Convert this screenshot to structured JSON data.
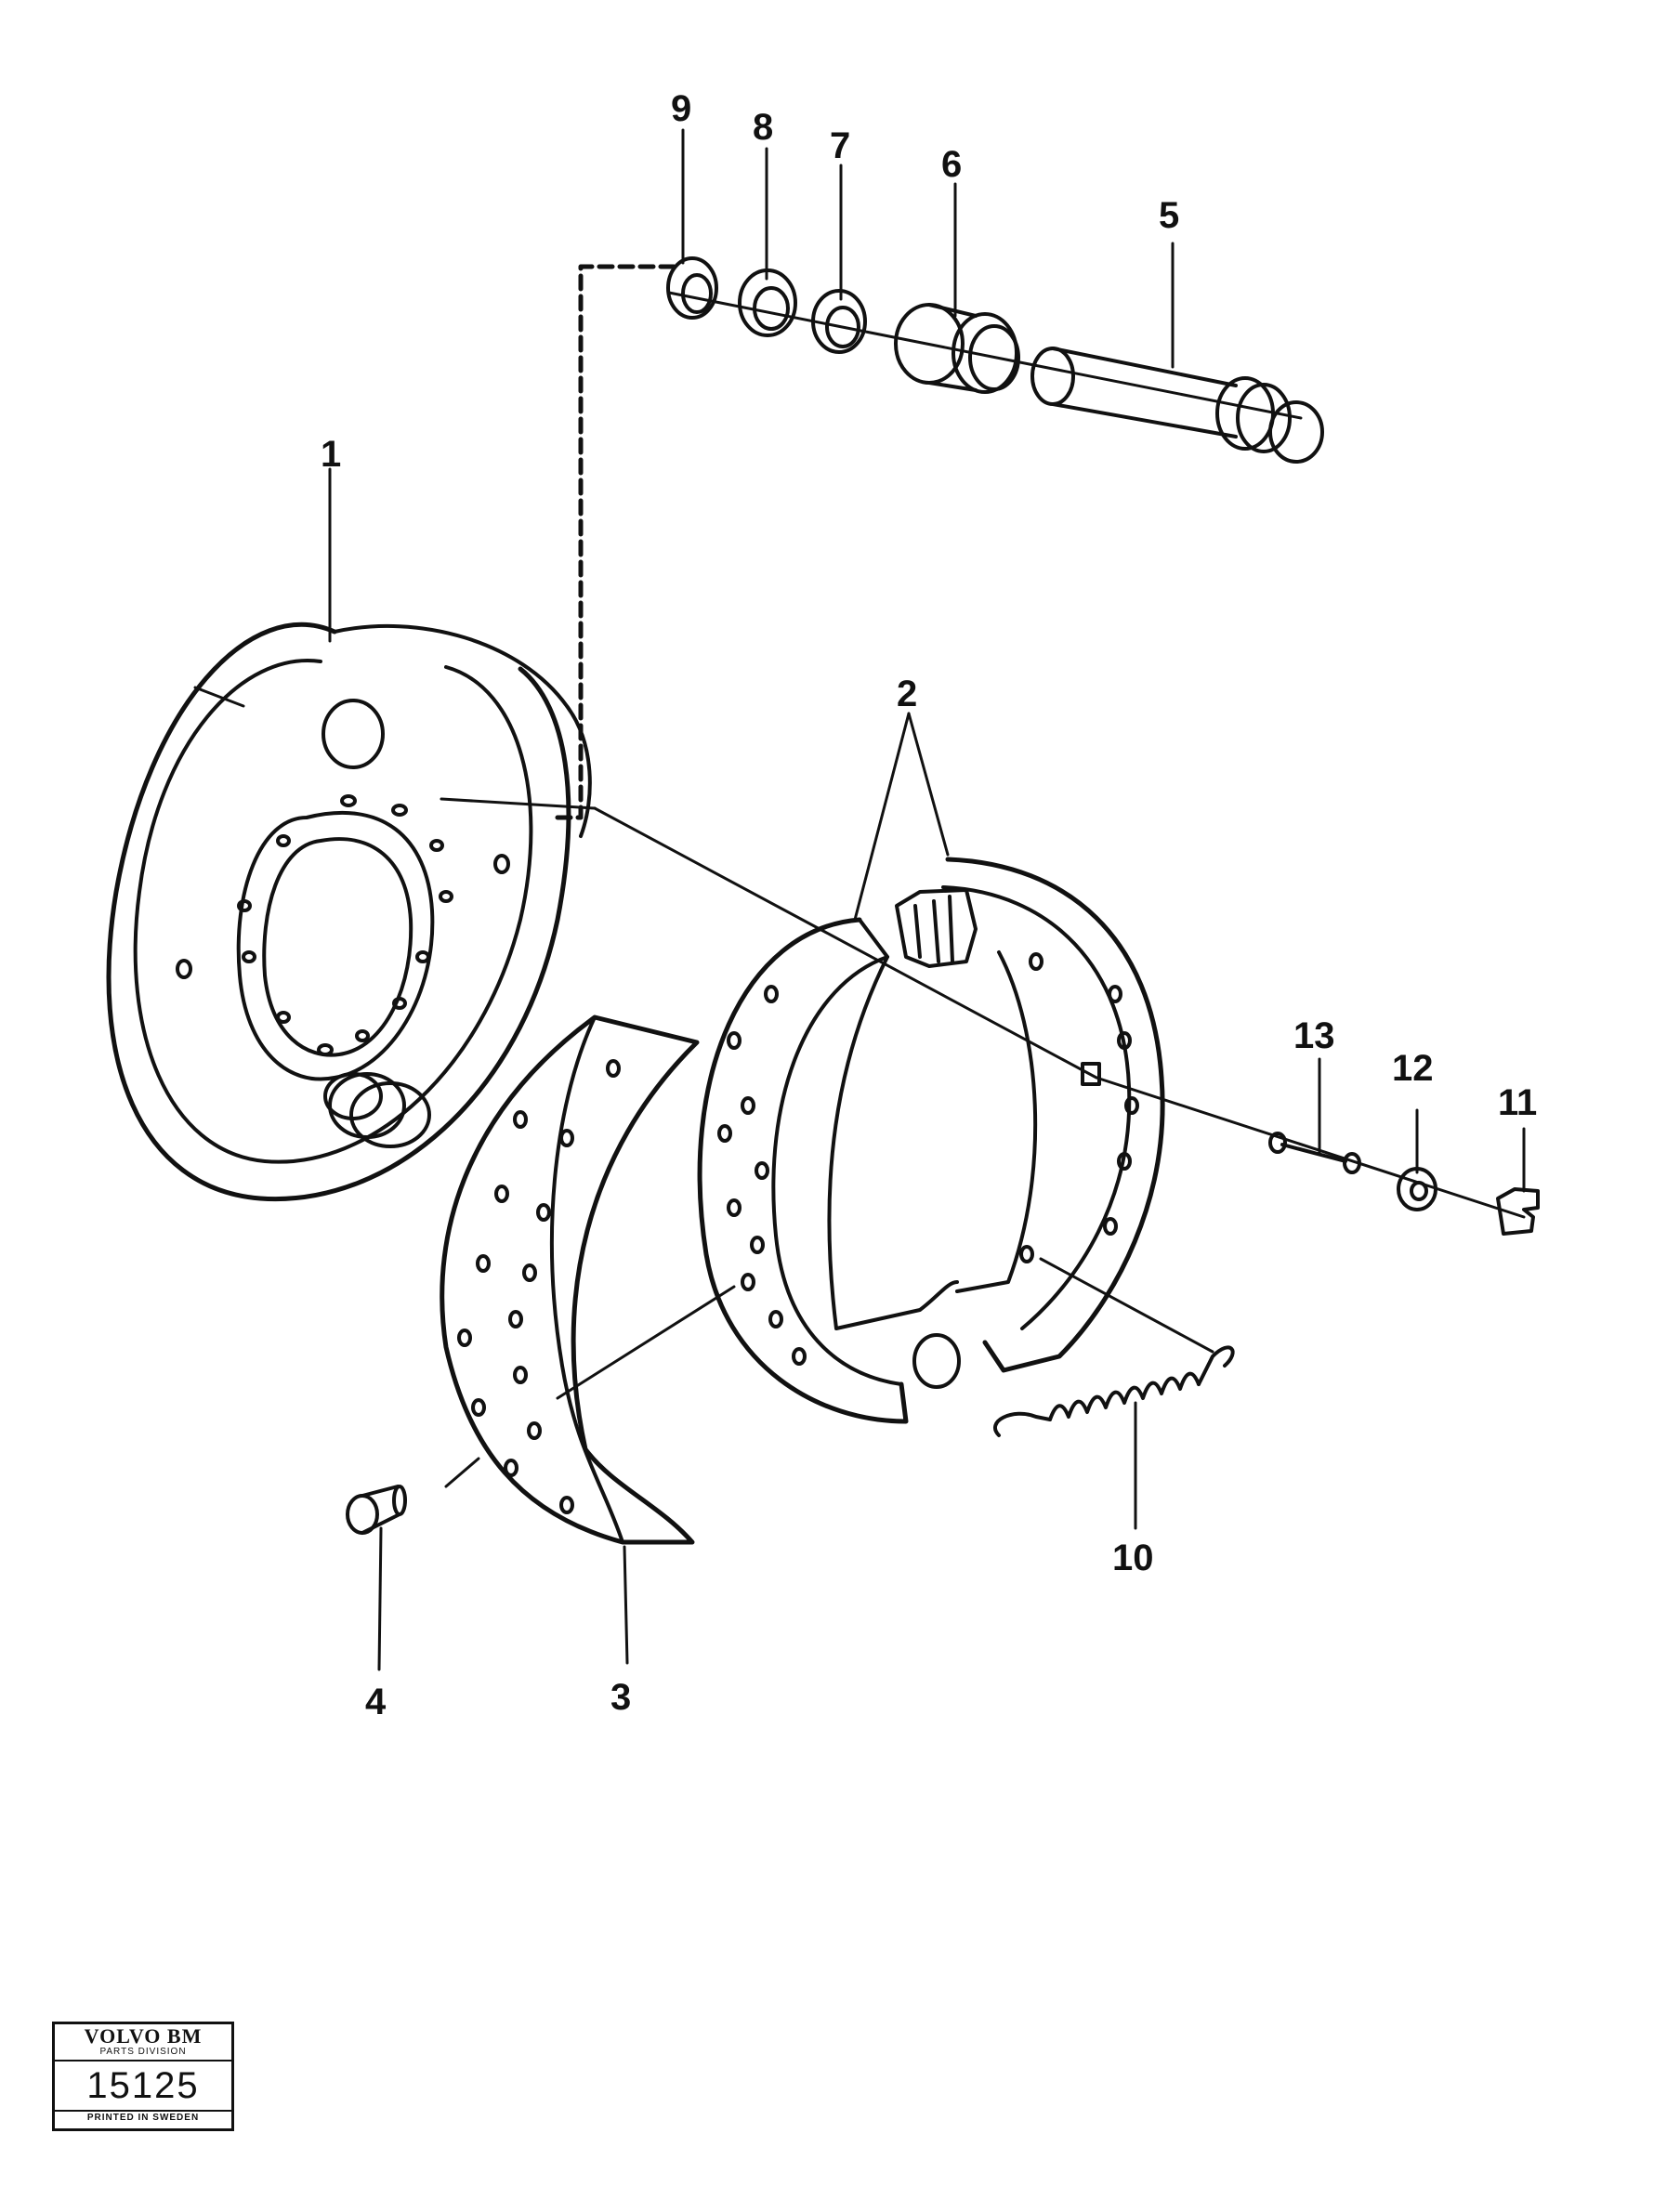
{
  "callouts": {
    "c1": "1",
    "c2": "2",
    "c3": "3",
    "c4": "4",
    "c5": "5",
    "c6": "6",
    "c7": "7",
    "c8": "8",
    "c9": "9",
    "c10": "10",
    "c11": "11",
    "c12": "12",
    "c13": "13"
  },
  "stamp": {
    "brand": "VOLVO BM",
    "division": "PARTS DIVISION",
    "number": "15125",
    "printed": "PRINTED IN SWEDEN"
  },
  "colors": {
    "line": "#111111",
    "background": "#ffffff"
  }
}
